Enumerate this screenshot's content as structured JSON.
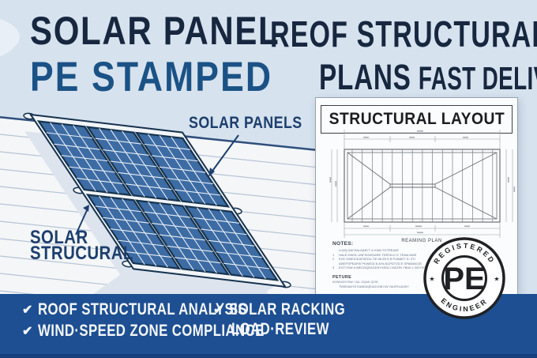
{
  "headline": {
    "left_line1": "SOLAR PANEL",
    "left_line2": "PE STAMPED",
    "right_line1": "REOF STRUCTURAL",
    "right_line2_word1": "PLANS",
    "right_line2_word2": "FAST DELIVRY"
  },
  "illustration": {
    "panels_label": "SOLAR PANELS",
    "structure_label_line1": "SOLAR",
    "structure_label_line2": "STRUCURAL"
  },
  "document": {
    "title": "STRUCTURAL LAYOUT",
    "plan_caption": "REAMING PLAN",
    "notes_heading": "NOTES:",
    "notes_lines": [
      {
        "num": "",
        "text": "LLWQ AW RALAABYT & KWA TOTREAVE"
      },
      {
        "num": "1",
        "text": "HALE DWGL UNFSGWSARE TDRYA IC E TEAW AWE"
      },
      {
        "num": "2",
        "text": "KVE GWEICEAFSEDU TIE MLEKS B PUBART D: ZTI"
      },
      {
        "num": "",
        "text": "AWEFSPEAFW PKWEGI B AYILNCPDTVD E SPAWAKOE"
      },
      {
        "num": "3",
        "text": "EOTYDW A WECDQEAGDSYVEDLI HZLRN YBUK L BGYVODLL"
      }
    ],
    "feature_heading": "PETURE",
    "feature_lines": [
      {
        "num": "",
        "text": "AYWHOGYSW / GA. GQAK QYW"
      },
      {
        "num": "",
        "text": "TWSEAWYD EABDUQEAGVOB KW YAUFELAVWY"
      }
    ]
  },
  "stamp": {
    "arc_top": "REGISTERED",
    "arc_bottom": "ENGINEER",
    "center": "PE",
    "star_left": "★",
    "star_right": "★"
  },
  "banner": {
    "check": "✔",
    "left_items": [
      "ROOF STRUCTURAL ANALYSIS",
      "WIND·SPEED ZONE COMPLIANCE"
    ],
    "right_item_line1": "SOLAR RACKING",
    "right_item_line2": "LOAD·REVIEW"
  },
  "colors": {
    "background": "#d6e2ee",
    "headline_navy": "#17273f",
    "headline_blue": "#1b5286",
    "label_navy": "#1d3f6e",
    "panel_blue": "#3d6ca4",
    "panel_frame": "#16334f",
    "panel_grid": "#e8eef5",
    "roof_white": "#f4f6f8",
    "siding_line": "#b6c4d6",
    "shadow_blue": "#dde4ee",
    "banner_blue": "#1d4f92",
    "banner_strip": "#16407c",
    "banner_text": "#f4f6f9",
    "paper_white": "#fbfcfd",
    "drawing_line": "#6a7077",
    "stamp_black": "#1f2124"
  }
}
